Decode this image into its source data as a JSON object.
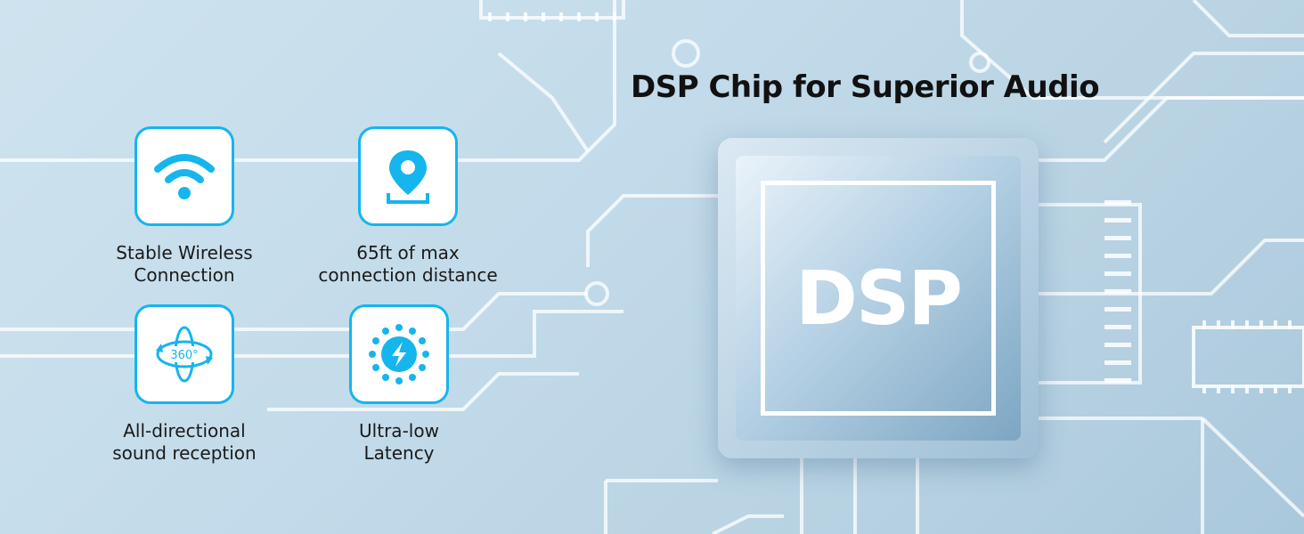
{
  "title": "DSP Chip for Superior Audio",
  "chip": {
    "label": "DSP"
  },
  "features": [
    {
      "icon": "wifi-icon",
      "line1": "Stable Wireless",
      "line2": "Connection"
    },
    {
      "icon": "location-pin-icon",
      "line1": "65ft of max",
      "line2": "connection distance"
    },
    {
      "icon": "rotate-360-icon",
      "icon_text": "360°",
      "line1": "All-directional",
      "line2": "sound reception"
    },
    {
      "icon": "lightning-icon",
      "line1": "Ultra-low",
      "line2": "Latency"
    }
  ],
  "colors": {
    "accent": "#15b5ee",
    "background": "#c3dbea",
    "text": "#111111"
  }
}
